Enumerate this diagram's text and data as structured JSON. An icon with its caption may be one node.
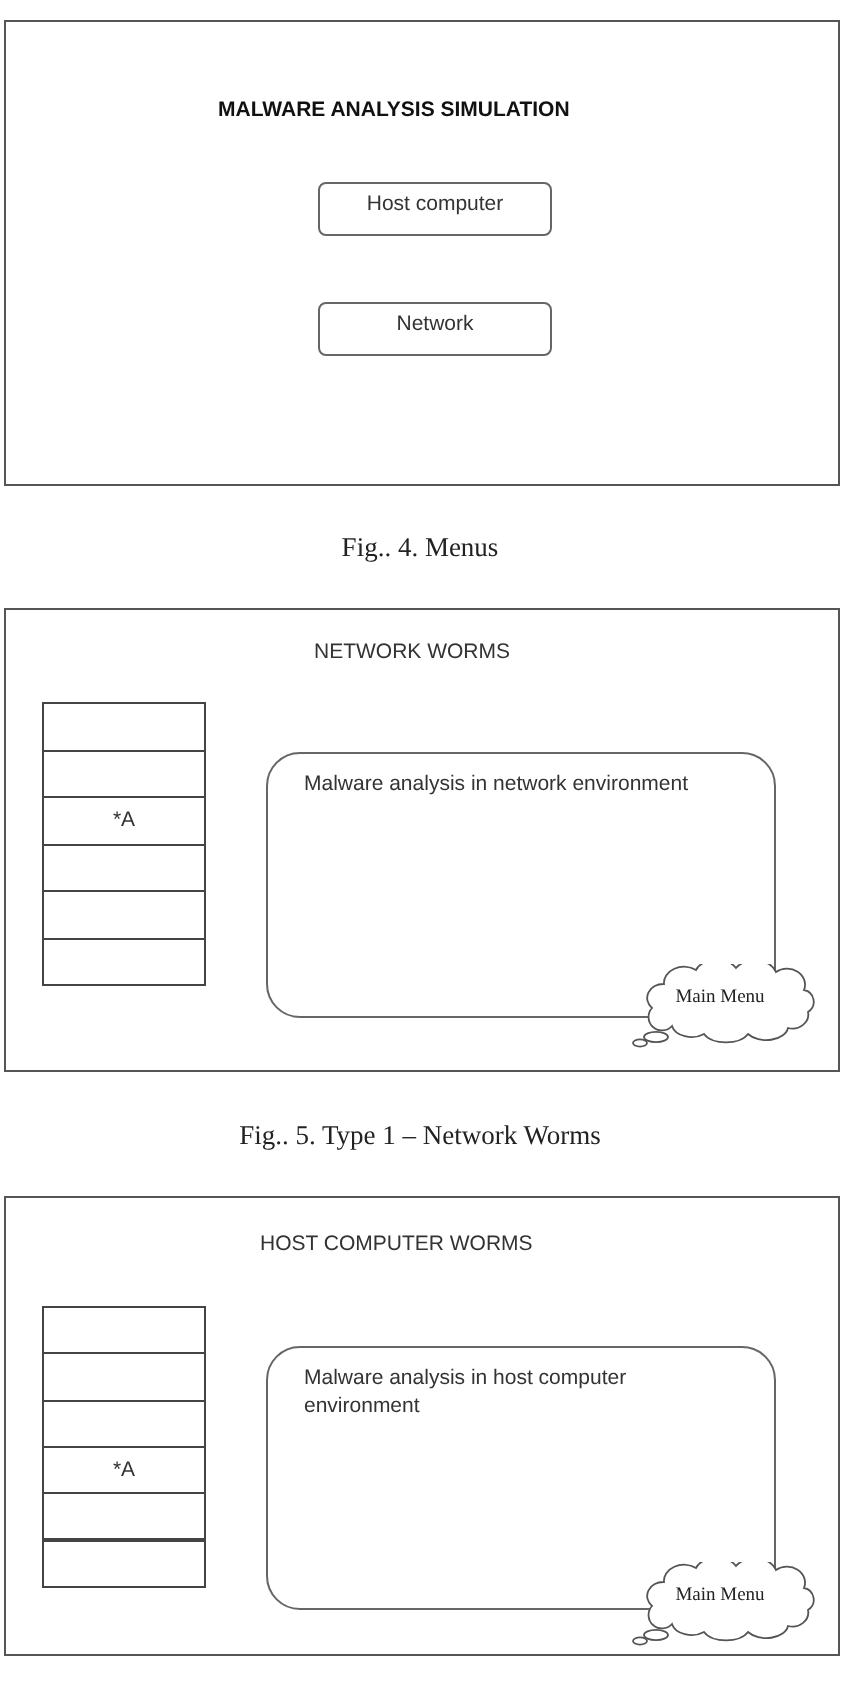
{
  "diagram": {
    "nodes": [
      {
        "text": [
          "MALWARE ANALYSIS SIMULATION"
        ],
        "beside": [
          "Fig.. 4. Menus"
        ]
      },
      {
        "text": [
          "Host computer"
        ],
        "in": 0
      },
      {
        "text": [
          "Network"
        ],
        "in": 0
      },
      {
        "text": [
          "NETWORK WORMS"
        ],
        "beside": [
          "Fig.. 5. Type 1 – Network Worms"
        ]
      },
      {
        "text": [],
        "shape": "box",
        "in": 3
      },
      {
        "text": [],
        "shape": "box",
        "in": 3
      },
      {
        "text": [
          "*A"
        ],
        "in": 3
      },
      {
        "text": [],
        "shape": "box",
        "in": 3
      },
      {
        "text": [],
        "shape": "box",
        "in": 3
      },
      {
        "text": [],
        "shape": "box",
        "in": 3
      },
      {
        "text": [
          "Malware analysis in network environment"
        ],
        "in": 3
      },
      {
        "text": [
          "Main Menu"
        ],
        "in": 3
      },
      {
        "text": [
          "HOST COMPUTER WORMS"
        ]
      },
      {
        "text": [],
        "shape": "box",
        "in": 12
      },
      {
        "text": [],
        "shape": "box",
        "in": 12
      },
      {
        "text": [],
        "shape": "box",
        "in": 12
      },
      {
        "text": [
          "*A"
        ],
        "in": 12
      },
      {
        "text": [],
        "shape": "box",
        "in": 12
      },
      {
        "text": [],
        "shape": "box",
        "in": 12
      },
      {
        "text": [
          "Malware analysis in host computer environment"
        ],
        "in": 12
      },
      {
        "text": [
          "Main Menu"
        ],
        "in": 12
      }
    ]
  }
}
